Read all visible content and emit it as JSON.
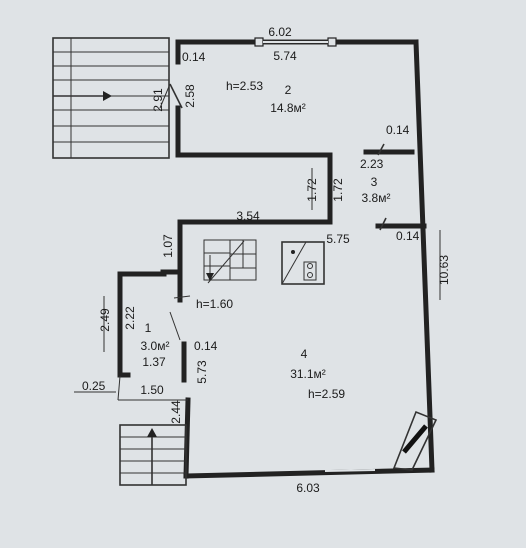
{
  "colors": {
    "paper": "#dfe3e6",
    "ink": "#1b1b1b",
    "wall": "#222222"
  },
  "rooms": [
    {
      "number": "1",
      "area": "3.0м²"
    },
    {
      "number": "2",
      "area": "14.8м²",
      "height": "h=2.53"
    },
    {
      "number": "3",
      "area": "3.8м²"
    },
    {
      "number": "4",
      "area": "31.1м²",
      "height": "h=2.59"
    }
  ],
  "stair_height": "h=1.60",
  "dimensions": {
    "top_outer": "6.02",
    "top_inner": "5.74",
    "wall_014_a": "0.14",
    "wall_014_b": "0.14",
    "wall_014_c": "0.14",
    "wall_014_d": "0.14",
    "left_291": "2.91",
    "left_258": "2.58",
    "room3_width": "2.23",
    "corr_172_a": "1.72",
    "corr_172_b": "1.72",
    "inner_354": "3.54",
    "inner_575": "5.75",
    "right_1063": "10.63",
    "v_107": "1.07",
    "v_249": "2.49",
    "v_222": "2.22",
    "h_137": "1.37",
    "v_573": "5.73",
    "w_025": "0.25",
    "h_150": "1.50",
    "v_244": "2.44",
    "bottom_603": "6.03"
  }
}
